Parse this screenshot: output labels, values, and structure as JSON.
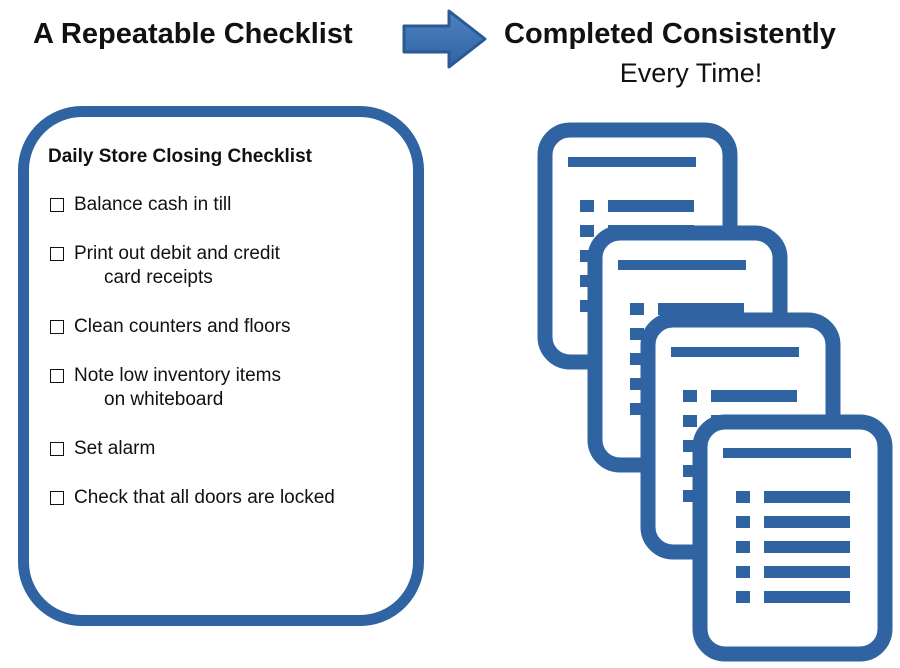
{
  "header": {
    "left_title": "A Repeatable Checklist",
    "right_title": "Completed Consistently",
    "right_subtitle": "Every Time!"
  },
  "arrow_icon": "right-arrow",
  "checklist": {
    "title": "Daily Store Closing Checklist",
    "items": [
      {
        "line1": "Balance cash in till",
        "line2": ""
      },
      {
        "line1": "Print out debit and credit",
        "line2": "card receipts"
      },
      {
        "line1": "Clean counters and floors",
        "line2": ""
      },
      {
        "line1": "Note low inventory items",
        "line2": "on whiteboard"
      },
      {
        "line1": "Set alarm",
        "line2": ""
      },
      {
        "line1": "Check that all doors are locked",
        "line2": ""
      }
    ]
  },
  "document_icons": {
    "icon": "checklist-document-icon",
    "count": 4
  },
  "colors": {
    "accent": "#2f63a2",
    "arrow_fill": "#3a6cab",
    "text": "#111111",
    "background": "#ffffff"
  }
}
